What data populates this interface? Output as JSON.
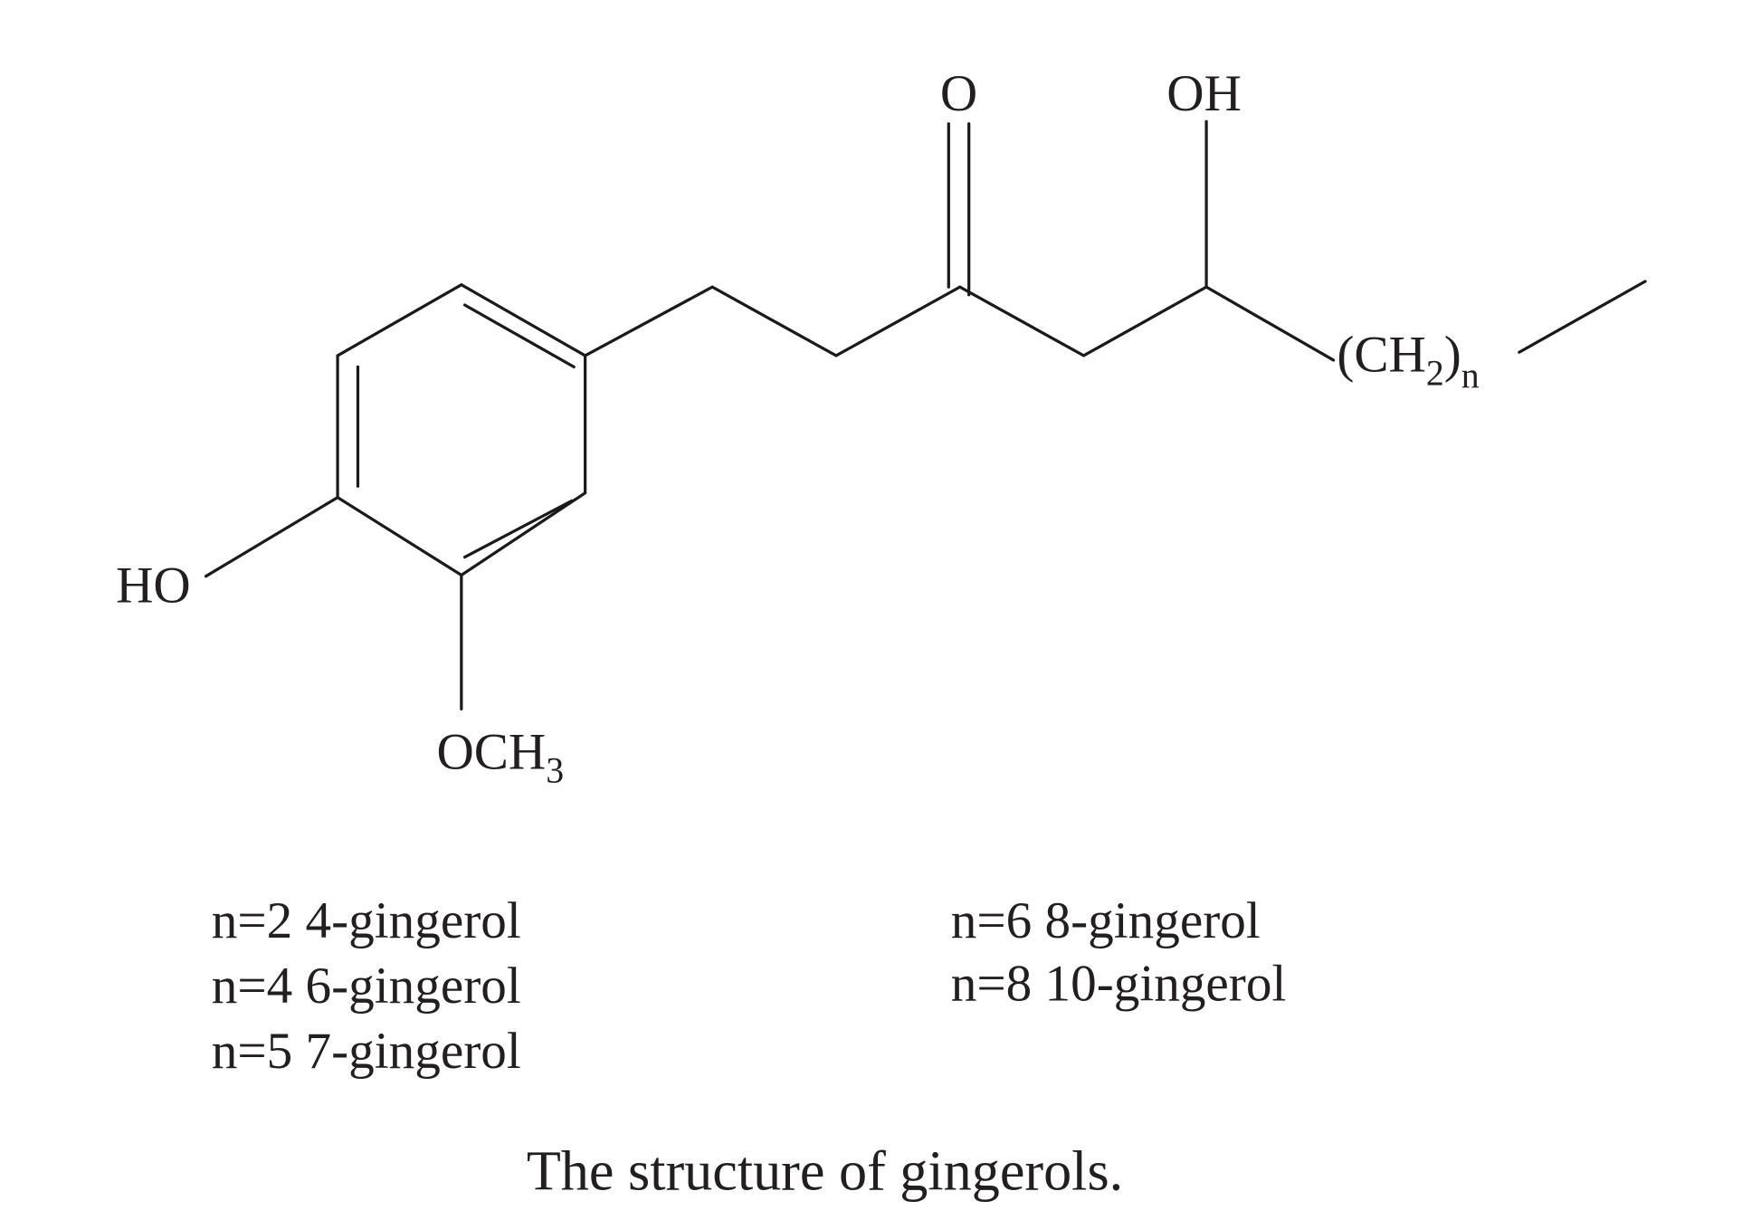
{
  "structure": {
    "atoms": {
      "ketone_o": "O",
      "hydroxyl_oh": "OH",
      "ring_ho": "HO",
      "methoxy": {
        "main": "OCH",
        "subscript": "3"
      },
      "chain": {
        "open": "(CH",
        "subscript": "2",
        "close": ")",
        "index": "n"
      }
    }
  },
  "legend": {
    "left": [
      "n=2 4-gingerol",
      "n=4 6-gingerol",
      "n=5 7-gingerol"
    ],
    "right": [
      "n=6 8-gingerol",
      "n=8 10-gingerol"
    ]
  },
  "caption": "The structure of gingerols."
}
